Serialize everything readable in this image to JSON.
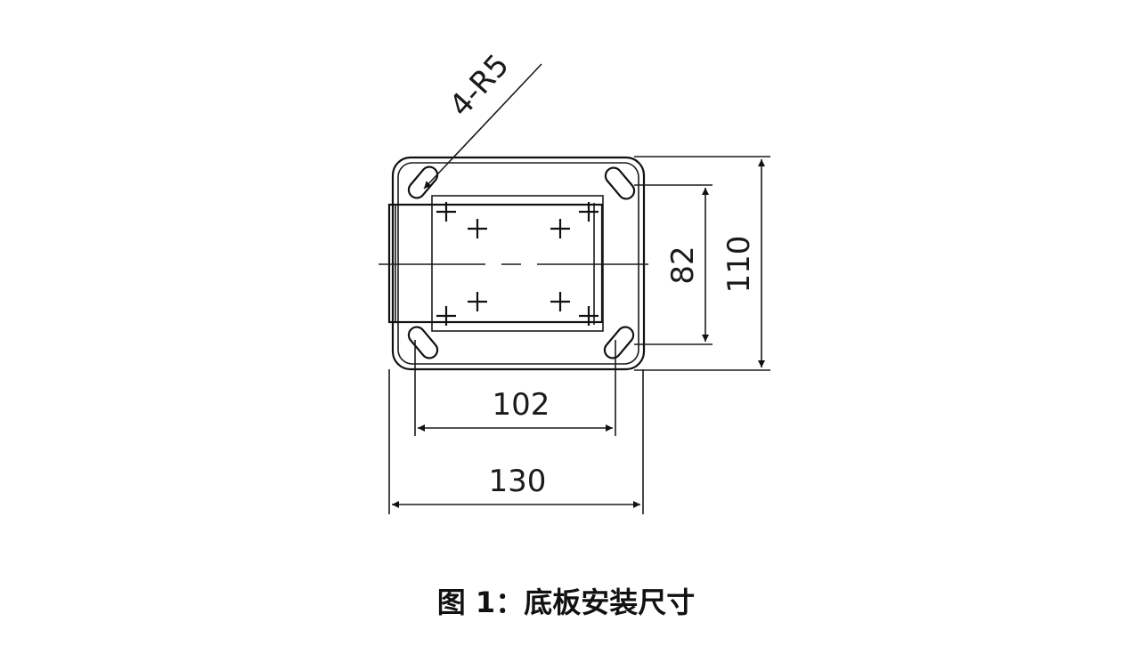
{
  "dimensions": {
    "radius_label": "4-R5",
    "inner_height_label": "82",
    "outer_height_label": "110",
    "inner_width_label": "102",
    "outer_width_label": "130"
  },
  "caption": "图 1：底板安装尺寸"
}
